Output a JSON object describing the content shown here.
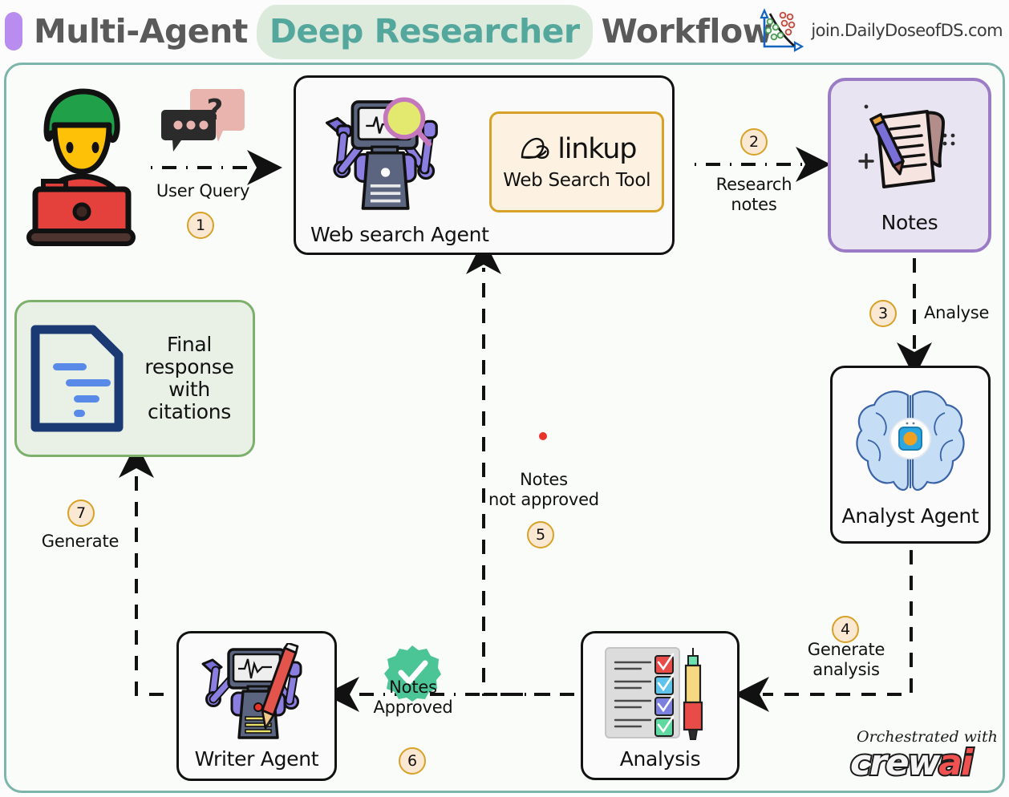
{
  "header": {
    "accent_color": "#b98cf0",
    "title_parts": [
      {
        "text": "Multi-Agent",
        "highlight": false
      },
      {
        "text": "Deep Researcher",
        "highlight": true
      },
      {
        "text": "Workflow",
        "highlight": false
      }
    ],
    "title_plain": "Multi-Agent Deep Researcher Workflow",
    "brand_url": "join.DailyDoseofDS.com",
    "brand_logo_icon": "scatter-plot-axes-icon",
    "highlight_text_color": "#53a79c",
    "highlight_bg_color": "#dceadb",
    "title_text_color": "#5a5a5a"
  },
  "canvas": {
    "border_color": "#7cb5ac",
    "background_color": "#fafcfa"
  },
  "nodes": {
    "user": {
      "label": "",
      "icon": "person-at-laptop-icon",
      "bubble_icon": "chat-bubbles-question-icon"
    },
    "websearch_agent": {
      "label": "Web search Agent",
      "icon": "robot-with-magnifier-icon",
      "border_color": "#121212",
      "tool": {
        "name": "linkup",
        "label": "Web Search Tool",
        "logo_icon": "linkup-logo-icon",
        "border_color": "#d8a127",
        "background_color": "#fdf2e2"
      }
    },
    "notes": {
      "label": "Notes",
      "icon": "notepad-with-pencil-icon",
      "border_color": "#9b7cc4",
      "background_color": "#e8e4f2"
    },
    "analyst_agent": {
      "label": "Analyst Agent",
      "icon": "brain-with-chip-icon",
      "border_color": "#121212"
    },
    "analysis": {
      "label": "Analysis",
      "icon": "checklist-with-marker-icon",
      "border_color": "#121212"
    },
    "writer_agent": {
      "label": "Writer Agent",
      "icon": "robot-with-pencil-icon",
      "border_color": "#121212"
    },
    "final_response": {
      "label": "Final\nresponse\nwith\ncitations",
      "icon": "document-with-lines-icon",
      "border_color": "#7cb06b",
      "background_color": "#e9f1e6"
    }
  },
  "edges": [
    {
      "step": "1",
      "label": "User Query",
      "from": "user",
      "to": "websearch_agent"
    },
    {
      "step": "2",
      "label": "Research\nnotes",
      "from": "websearch_agent",
      "to": "notes"
    },
    {
      "step": "3",
      "label": "Analyse",
      "from": "notes",
      "to": "analyst_agent"
    },
    {
      "step": "4",
      "label": "Generate\nanalysis",
      "from": "analyst_agent",
      "to": "analysis"
    },
    {
      "step": "5",
      "label": "Notes\nnot approved",
      "from": "analysis",
      "to": "websearch_agent"
    },
    {
      "step": "6",
      "label": "Notes\nApproved",
      "from": "analysis",
      "to": "writer_agent",
      "icon": "green-check-badge-icon"
    },
    {
      "step": "7",
      "label": "Generate",
      "from": "writer_agent",
      "to": "final_response"
    }
  ],
  "badges": {
    "border_color": "#d8a127",
    "fill_color": "#fbe8d2"
  },
  "footer": {
    "orchestrated_label": "Orchestrated with",
    "framework_name": "crewai",
    "framework_name_prefix": "crew",
    "framework_name_suffix": "ai",
    "framework_accent_color": "#f05252"
  }
}
